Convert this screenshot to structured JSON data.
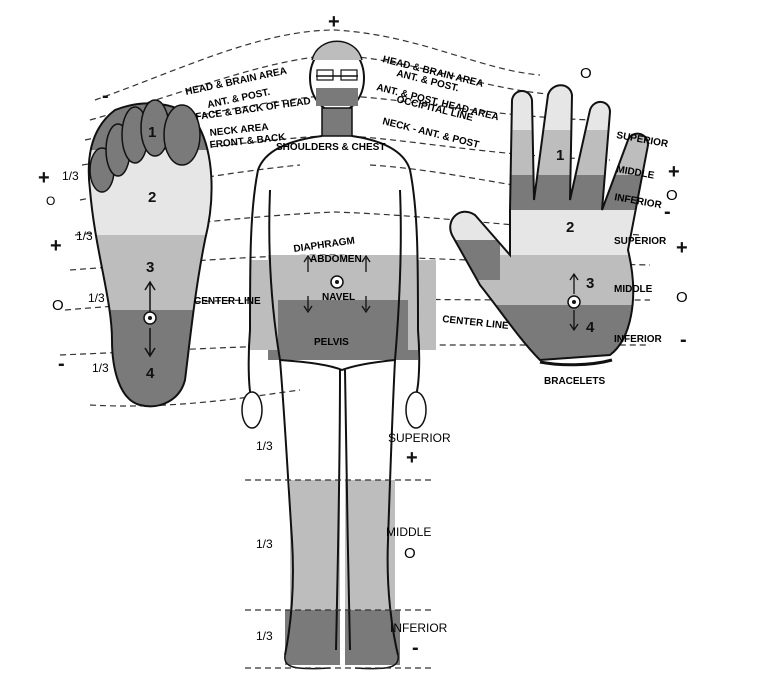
{
  "colors": {
    "light": "#e6e6e6",
    "mid": "#bdbdbd",
    "dark": "#7a7a7a",
    "ink": "#111111"
  },
  "head_labels": {
    "head_brain": "HEAD & BRAIN AREA",
    "ant_post": "ANT. & POST.",
    "face_back_head": "FACE & BACK OF HEAD",
    "neck_area": "NECK AREA",
    "front_back": "FRONT & BACK",
    "head_brain_r": "HEAD & BRAIN AREA",
    "ant_post_r": "ANT. & POST.",
    "ant_post_head_area": "ANT. & POST. HEAD AREA",
    "occipital_line": "OCCIPITAL LINE",
    "neck_ant_post": "NECK - ANT. & POST"
  },
  "body_labels": {
    "shoulders_chest": "SHOULDERS & CHEST",
    "diaphragm": "DIAPHRAGM",
    "abdomen": "ABDOMEN",
    "navel": "NAVEL",
    "pelvis": "PELVIS",
    "center_line_left": "CENTER LINE",
    "center_line_right": "CENTER LINE"
  },
  "foot": {
    "zones": [
      "1",
      "2",
      "3",
      "4"
    ],
    "thirds": [
      "1/3",
      "1/3",
      "1/3",
      "1/3"
    ],
    "signs": [
      "+",
      "+",
      "O",
      "-"
    ],
    "toe_minus": "-",
    "toe_o": "O"
  },
  "hand": {
    "zones": [
      "1",
      "2",
      "3",
      "4"
    ],
    "labels": [
      "SUPERIOR",
      "MIDDLE",
      "INFERIOR",
      "SUPERIOR",
      "MIDDLE",
      "INFERIOR"
    ],
    "signs": [
      "+",
      "O",
      "-",
      "+",
      "O",
      "-"
    ],
    "top_o": "O",
    "bracelets": "BRACELETS"
  },
  "leg_scale": {
    "fractions": [
      "1/3",
      "1/3",
      "1/3"
    ],
    "labels": [
      "SUPERIOR",
      "MIDDLE",
      "INFERIOR"
    ],
    "signs": [
      "+",
      "O",
      "-"
    ]
  },
  "top_plus": "+"
}
